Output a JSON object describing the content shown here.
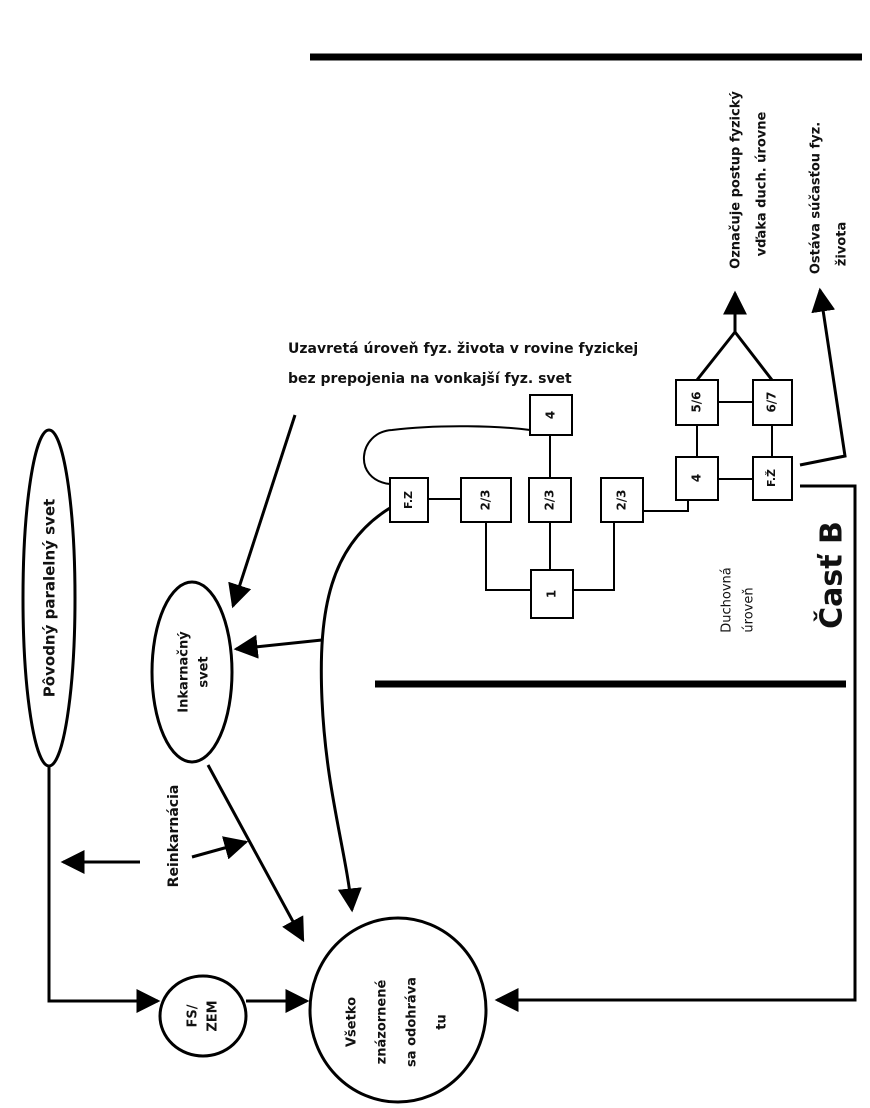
{
  "ellipses": {
    "povodny": "Pôvodný paralelný svet",
    "inkarnacny_1": "Inkarnačný",
    "inkarnacny_2": "svet",
    "fs_1": "FS/",
    "fs_2": "ZEM",
    "vsetko_1": "Všetko",
    "vsetko_2": "znázornené",
    "vsetko_3": "sa odohráva",
    "vsetko_4": "tu"
  },
  "labels": {
    "reinkarnacia": "Reinkarnácia",
    "uzavreta_1": "Uzavretá úroveň fyz. života v rovine fyzickej",
    "uzavreta_2": "bez prepojenia na vonkajší  fyz. svet",
    "oznacuje_1": "Označuje postup fyzický",
    "oznacuje_2": "vďaka duch. úrovne",
    "ostava_1": "Ostáva súčasťou fyz.",
    "ostava_2": "života",
    "duchovna_1": "Duchovná",
    "duchovna_2": "úroveň",
    "cast_b": "Časť B"
  },
  "boxes": {
    "one": "1",
    "twothree_a": "2/3",
    "twothree_b": "2/3",
    "twothree_c": "2/3",
    "four_top": "4",
    "four_right": "4",
    "fz": "F.Z",
    "fzh": "F.Ž",
    "fivesix": "5/6",
    "sixseven": "6/7"
  }
}
